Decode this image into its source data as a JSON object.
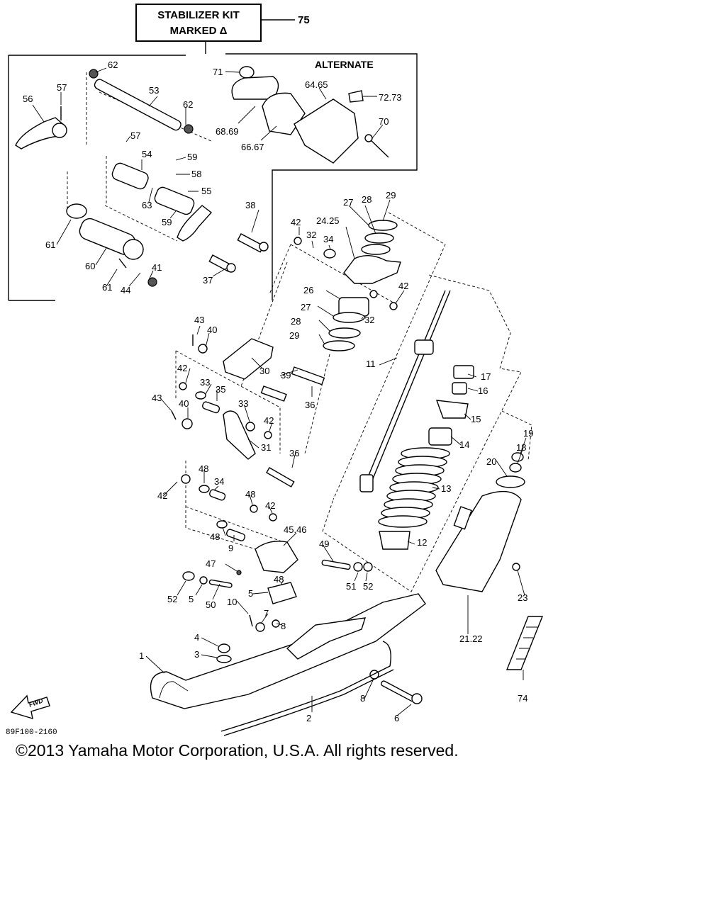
{
  "stabilizer_kit": {
    "line1": "STABILIZER KIT",
    "line2": "MARKED Δ",
    "ref": "75"
  },
  "alternate_label": "ALTERNATE",
  "diagram_code": "89F100-2160",
  "fwd_label": "FWD",
  "copyright": "©2013 Yamaha Motor Corporation, U.S.A. All rights reserved.",
  "callouts": [
    "62",
    "57",
    "56",
    "53",
    "62",
    "71",
    "64.65",
    "72.73",
    "68.69",
    "66.67",
    "70",
    "57",
    "59",
    "54",
    "58",
    "63",
    "55",
    "59",
    "38",
    "61",
    "60",
    "61",
    "44",
    "41",
    "37",
    "42",
    "32",
    "34",
    "24.25",
    "27",
    "28",
    "29",
    "42",
    "26",
    "27",
    "32",
    "28",
    "29",
    "11",
    "43",
    "40",
    "30",
    "39",
    "36",
    "42",
    "33",
    "35",
    "43",
    "40",
    "33",
    "42",
    "31",
    "36",
    "17",
    "16",
    "15",
    "14",
    "13",
    "12",
    "19",
    "18",
    "20",
    "48",
    "34",
    "42",
    "48",
    "42",
    "48",
    "9",
    "45.46",
    "49",
    "47",
    "48",
    "52",
    "5",
    "50",
    "5",
    "10",
    "7",
    "8",
    "51",
    "52",
    "23",
    "21.22",
    "74",
    "4",
    "3",
    "1",
    "8",
    "6",
    "2"
  ]
}
